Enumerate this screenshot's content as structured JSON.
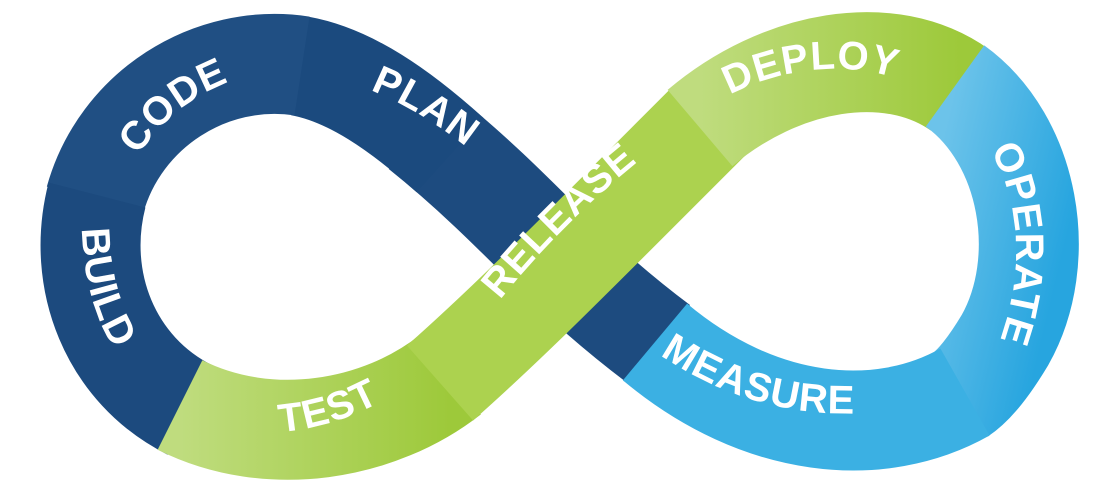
{
  "title": "DevOps infinity loop",
  "colors": {
    "dark_blue": "#1b4a7e",
    "dark_blue_light": "#2a5a8c",
    "green": "#a4cc3f",
    "green_light": "#bedb7c",
    "light_blue": "#2aa8e0",
    "light_blue_light": "#69c1e8"
  },
  "stages": [
    {
      "id": "plan",
      "label": "PLAN",
      "color_group": "dark_blue"
    },
    {
      "id": "code",
      "label": "CODE",
      "color_group": "dark_blue"
    },
    {
      "id": "build",
      "label": "BUILD",
      "color_group": "dark_blue"
    },
    {
      "id": "test",
      "label": "TEST",
      "color_group": "green"
    },
    {
      "id": "release",
      "label": "RELEASE",
      "color_group": "green"
    },
    {
      "id": "deploy",
      "label": "DEPLOY",
      "color_group": "green"
    },
    {
      "id": "operate",
      "label": "OPERATE",
      "color_group": "light_blue"
    },
    {
      "id": "measure",
      "label": "MEASURE",
      "color_group": "light_blue"
    }
  ]
}
